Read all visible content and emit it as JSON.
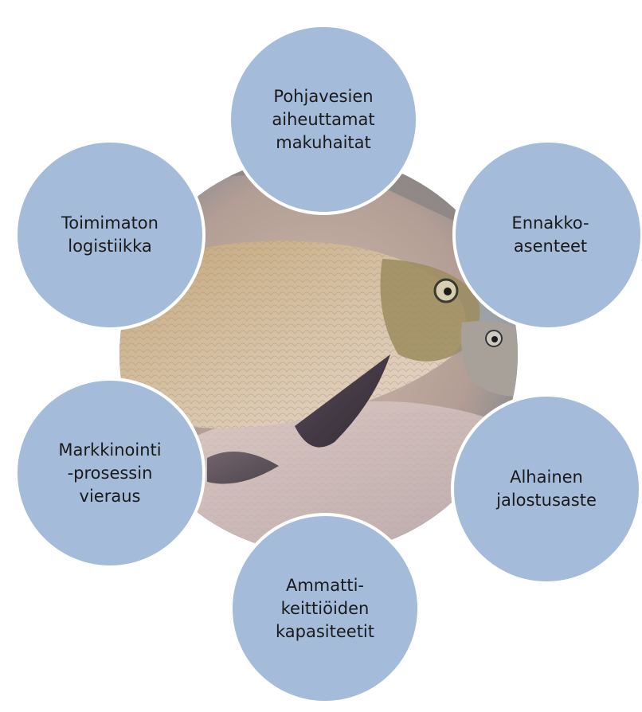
{
  "diagram": {
    "center_image": "fish-photo",
    "colors": {
      "circle_fill": "#a4bcd9",
      "text": "#1a1a1a",
      "border": "#ffffff"
    },
    "nodes": [
      {
        "id": "top",
        "label": "Pohjavesien\naiheuttamat\nmakuhaitat"
      },
      {
        "id": "tr",
        "label": "Ennakko-\nasenteet"
      },
      {
        "id": "br",
        "label": "Alhainen\njalostusaste"
      },
      {
        "id": "bottom",
        "label": "Ammatti-\nkeittiöiden\nkapasiteetit"
      },
      {
        "id": "bl",
        "label": "Markkinointi\n-prosessin\nvieraus"
      },
      {
        "id": "tl",
        "label": "Toimimaton\nlogistiikka"
      }
    ]
  }
}
